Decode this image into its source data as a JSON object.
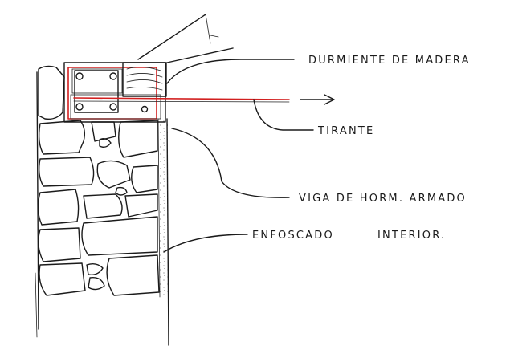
{
  "labels": {
    "durmiente": "DURMIENTE DE MADERA",
    "tirante": "TIRANTE",
    "viga": "VIGA DE HORM. ARMADO",
    "enfoscado": "ENFOSCADO",
    "interior": "INTERIOR."
  },
  "colors": {
    "ink": "#1b1b1b",
    "tie_rod": "#d21f1f",
    "paper": "#ffffff"
  }
}
